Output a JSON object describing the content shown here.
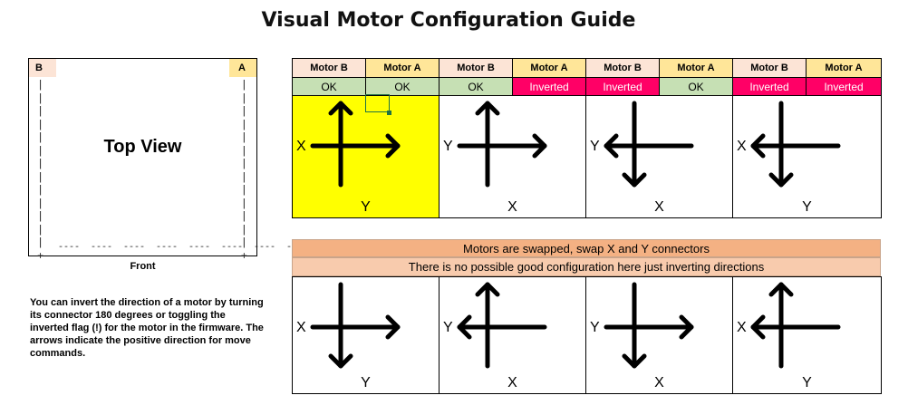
{
  "title": "Visual Motor Configuration Guide",
  "top_view": {
    "label_b": "B",
    "label_a": "A",
    "label": "Top View",
    "front_label": "Front",
    "left_marks": "|\n|\n|\n|\n|\n|\n|\n|\n|\n|\n|\n|\n|\n+",
    "right_marks": "|\n|\n|\n|\n|\n|\n|\n|\n|\n|\n|\n|\n|\n+",
    "bottom_marks": "    ----  ----  ----  ----  ----  ----  ----  ----  ----"
  },
  "note": "You can invert the direction of a motor by turning its connector 180 degrees or toggling the inverted flag (!) for the motor in the firmware. The arrows indicate the positive direction for move commands.",
  "top_configs": [
    {
      "motor_b": "Motor B",
      "motor_a": "Motor A",
      "status_b": "OK",
      "status_a": "OK",
      "side": "X",
      "bottom": "Y",
      "arrow_h": "right",
      "arrow_v": "up",
      "highlight": true
    },
    {
      "motor_b": "Motor B",
      "motor_a": "Motor A",
      "status_b": "OK",
      "status_a": "Inverted",
      "side": "Y",
      "bottom": "X",
      "arrow_h": "right",
      "arrow_v": "up",
      "highlight": false
    },
    {
      "motor_b": "Motor B",
      "motor_a": "Motor A",
      "status_b": "Inverted",
      "status_a": "OK",
      "side": "Y",
      "bottom": "X",
      "arrow_h": "left",
      "arrow_v": "down",
      "highlight": false
    },
    {
      "motor_b": "Motor B",
      "motor_a": "Motor A",
      "status_b": "Inverted",
      "status_a": "Inverted",
      "side": "X",
      "bottom": "Y",
      "arrow_h": "left",
      "arrow_v": "down",
      "highlight": false
    }
  ],
  "swapped_banner": "Motors are swapped, swap X and Y connectors",
  "swapped_note": "There is no possible good configuration here just inverting directions",
  "bottom_configs": [
    {
      "side": "X",
      "bottom": "Y",
      "arrow_h": "right",
      "arrow_v": "down"
    },
    {
      "side": "Y",
      "bottom": "X",
      "arrow_h": "left",
      "arrow_v": "up"
    },
    {
      "side": "Y",
      "bottom": "X",
      "arrow_h": "right",
      "arrow_v": "down"
    },
    {
      "side": "X",
      "bottom": "Y",
      "arrow_h": "left",
      "arrow_v": "up"
    }
  ],
  "colors": {
    "motor_b_header": "#fce4d6",
    "motor_a_header": "#ffe699",
    "ok": "#c6e0b4",
    "inverted": "#ff0066",
    "highlight": "#ffff00",
    "banner": "#f4b183",
    "banner_note": "#f8cbad"
  }
}
